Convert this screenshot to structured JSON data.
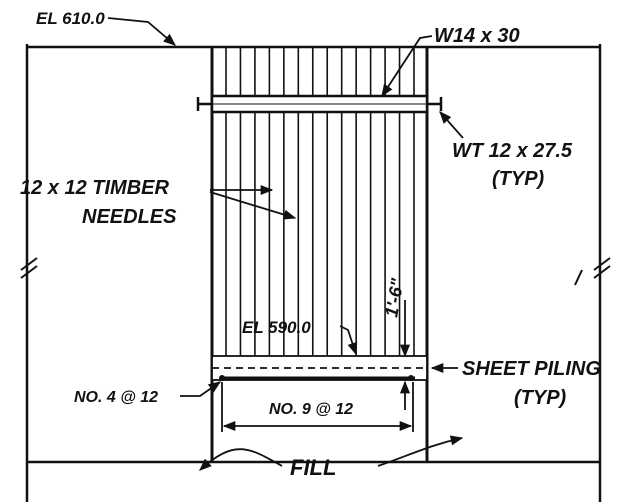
{
  "labels": {
    "el_610": "EL 610.0",
    "w14": "W14 x 30",
    "wt12": "WT 12 x 27.5",
    "wt12_typ": "(TYP)",
    "timber_1": "12 x 12 TIMBER",
    "timber_2": "NEEDLES",
    "dim_1_6": "1'-6\"",
    "el_590": "EL 590.0",
    "sheet_1": "SHEET PILING",
    "sheet_2": "(TYP)",
    "no4": "NO. 4 @ 12",
    "no9": "NO. 9 @ 12",
    "fill": "FILL"
  },
  "colors": {
    "ink": "#111111",
    "paper": "#ffffff"
  }
}
